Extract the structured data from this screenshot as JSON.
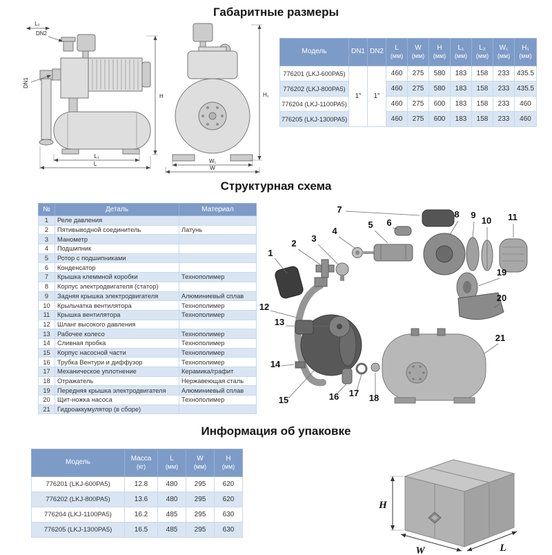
{
  "sections": {
    "dimensions_title": "Габаритные размеры",
    "structure_title": "Структурная схема",
    "packaging_title": "Информация об упаковке"
  },
  "dims_table": {
    "headers": {
      "model": "Модель",
      "dn1": "DN1",
      "dn2": "DN2",
      "l": "L",
      "w": "W",
      "h": "H",
      "l1": "L₁",
      "l2": "L₂",
      "w1": "W₁",
      "h1": "H₁"
    },
    "unit": "(мм)",
    "dn1_value": "1\"",
    "dn2_value": "1\"",
    "rows": [
      {
        "model": "776201 (LKJ-600PA5)",
        "l": "460",
        "w": "275",
        "h": "580",
        "l1": "183",
        "l2": "158",
        "w1": "233",
        "h1": "435.5"
      },
      {
        "model": "776202 (LKJ-800PA5)",
        "l": "460",
        "w": "275",
        "h": "580",
        "l1": "183",
        "l2": "158",
        "w1": "233",
        "h1": "435.5"
      },
      {
        "model": "776204 (LKJ-1100PA5)",
        "l": "460",
        "w": "275",
        "h": "600",
        "l1": "183",
        "l2": "158",
        "w1": "233",
        "h1": "460"
      },
      {
        "model": "776205 (LKJ-1300PA5)",
        "l": "460",
        "w": "275",
        "h": "600",
        "l1": "183",
        "l2": "158",
        "w1": "233",
        "h1": "460"
      }
    ]
  },
  "side_view_labels": {
    "l2": "L₂",
    "dn2": "DN2",
    "dn1": "DN1",
    "h": "H",
    "l1": "L₁",
    "l": "L"
  },
  "front_view_labels": {
    "h1": "H₁",
    "w1": "W₁",
    "w": "W"
  },
  "parts_table": {
    "headers": {
      "num": "№",
      "part": "Деталь",
      "material": "Материал"
    },
    "rows": [
      {
        "num": "1",
        "part": "Реле давления",
        "material": ""
      },
      {
        "num": "2",
        "part": "Пятивыводной соединитель",
        "material": "Латунь"
      },
      {
        "num": "3",
        "part": "Манометр",
        "material": ""
      },
      {
        "num": "4",
        "part": "Подшипник",
        "material": ""
      },
      {
        "num": "5",
        "part": "Ротор с подшипниками",
        "material": ""
      },
      {
        "num": "6",
        "part": "Конденсатор",
        "material": ""
      },
      {
        "num": "7",
        "part": "Крышка клеммной коробки",
        "material": "Технополимер"
      },
      {
        "num": "8",
        "part": "Корпус электродвигателя (статор)",
        "material": ""
      },
      {
        "num": "9",
        "part": "Задняя крышка электродвигателя",
        "material": "Алюминиевый сплав"
      },
      {
        "num": "10",
        "part": "Крыльчатка вентилятора",
        "material": "Технополимер"
      },
      {
        "num": "11",
        "part": "Крышка вентилятора",
        "material": "Технополимер"
      },
      {
        "num": "12",
        "part": "Шланг высокого давления",
        "material": ""
      },
      {
        "num": "13",
        "part": "Рабочее колесо",
        "material": "Технополимер"
      },
      {
        "num": "14",
        "part": "Сливная пробка",
        "material": "Технополимер"
      },
      {
        "num": "15",
        "part": "Корпус насосной части",
        "material": "Технополимер"
      },
      {
        "num": "16",
        "part": "Трубка Вентури и диффузор",
        "material": "Технополимер"
      },
      {
        "num": "17",
        "part": "Механическое уплотнение",
        "material": "Керамика/графит"
      },
      {
        "num": "18",
        "part": "Отражатель",
        "material": "Нержавеющая сталь"
      },
      {
        "num": "19",
        "part": "Передняя крышка электродвигателя",
        "material": "Алюминиевый сплав"
      },
      {
        "num": "20",
        "part": "Щит-ножка насоса",
        "material": "Технополимер"
      },
      {
        "num": "21",
        "part": "Гидроаккумулятор (в сборе)",
        "material": ""
      }
    ]
  },
  "diagram": {
    "callouts": [
      "1",
      "2",
      "3",
      "4",
      "5",
      "6",
      "7",
      "8",
      "9",
      "10",
      "11",
      "12",
      "13",
      "14",
      "15",
      "16",
      "17",
      "18",
      "19",
      "20",
      "21"
    ]
  },
  "pack_table": {
    "headers": {
      "model": "Модель",
      "mass": "Масса",
      "l": "L",
      "w": "W",
      "h": "H"
    },
    "mass_unit": "(кг)",
    "unit": "(мм)",
    "rows": [
      {
        "model": "776201 (LKJ-600PA5)",
        "mass": "12.8",
        "l": "480",
        "w": "295",
        "h": "620"
      },
      {
        "model": "776202 (LKJ-800PA5)",
        "mass": "13.6",
        "l": "480",
        "w": "295",
        "h": "620"
      },
      {
        "model": "776204 (LKJ-1100PA5)",
        "mass": "16.2",
        "l": "485",
        "w": "295",
        "h": "630"
      },
      {
        "model": "776205 (LKJ-1300PA5)",
        "mass": "16.5",
        "l": "485",
        "w": "295",
        "h": "630"
      }
    ]
  },
  "box_labels": {
    "h": "H",
    "w": "W",
    "l": "L"
  },
  "colors": {
    "header_bg": "#7d9bc7",
    "row_alt": "#d9e5f3"
  }
}
